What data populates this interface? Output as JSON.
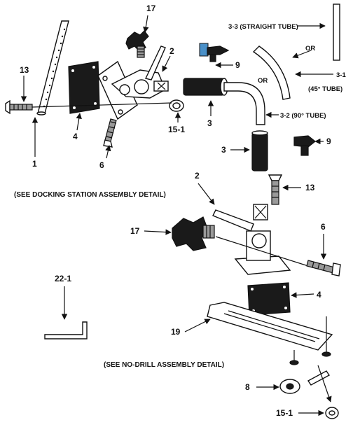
{
  "callouts": {
    "c17_top": "17",
    "c2_top": "2",
    "c9_top": "9",
    "c13_left": "13",
    "c4_left": "4",
    "c15_1_top": "15-1",
    "c6_top": "6",
    "c1": "1",
    "c3_top": "3",
    "c3_3_label": "3-3 (STRAIGHT TUBE)",
    "c3_1_label": "3-1",
    "c3_1_sub": "(45° TUBE)",
    "or_1": "OR",
    "or_2": "OR",
    "c3_2_label": "3-2  (90° TUBE)",
    "c3_mid": "3",
    "c9_mid": "9",
    "c13_mid": "13",
    "c2_bot": "2",
    "c17_bot": "17",
    "c6_bot": "6",
    "c4_bot": "4",
    "c22_1": "22-1",
    "c19": "19",
    "c8": "8",
    "c15_1_bot": "15-1"
  },
  "notes": {
    "docking": "(SEE DOCKING STATION ASSEMBLY DETAIL)",
    "nodrill": "(SEE NO-DRILL ASSEMBLY DETAIL)"
  },
  "colors": {
    "highlight": "#4a90c8",
    "ink": "#111111"
  }
}
